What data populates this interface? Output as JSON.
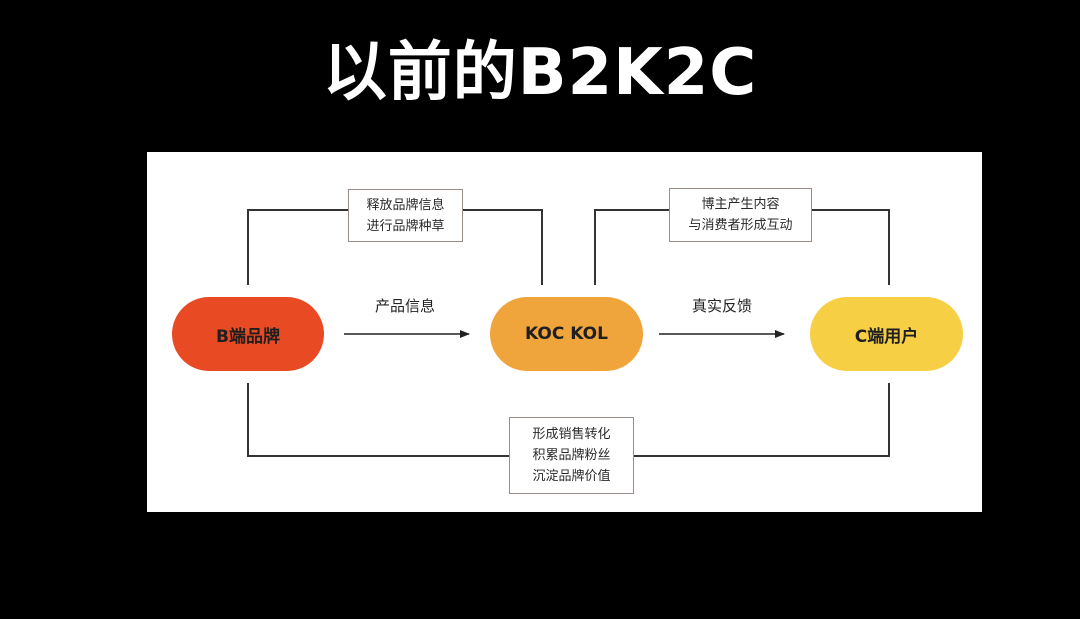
{
  "title": "以前的B2K2C",
  "nodes": {
    "brand": "B端品牌",
    "koc_kol": "KOC KOL",
    "consumer": "C端用户"
  },
  "flows": {
    "product_info": "产品信息",
    "real_feedback": "真实反馈"
  },
  "boxes": {
    "top_left": [
      "释放品牌信息",
      "进行品牌种草"
    ],
    "top_right": [
      "博主产生内容",
      "与消费者形成互动"
    ],
    "bottom": [
      "形成销售转化",
      "积累品牌粉丝",
      "沉淀品牌价值"
    ]
  },
  "colors": {
    "brand_node": "#e84a23",
    "koc_node": "#f0a43c",
    "consumer_node": "#f7cf45"
  }
}
